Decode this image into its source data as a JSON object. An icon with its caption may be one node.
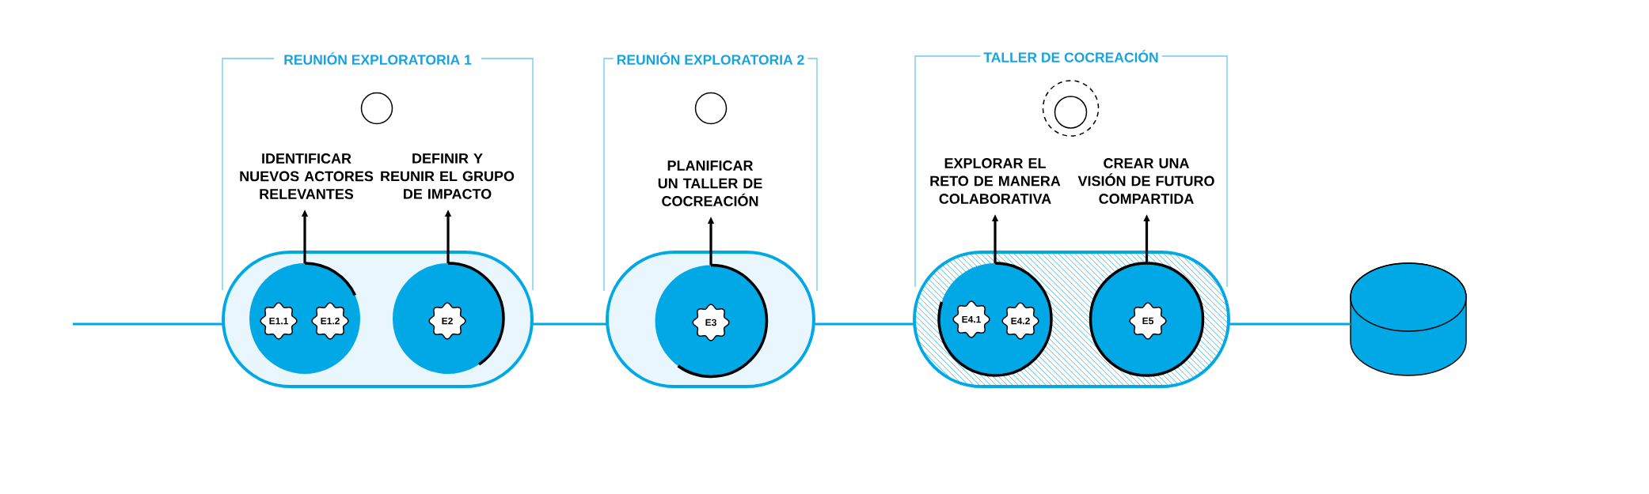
{
  "diagram": {
    "nodes": [
      {
        "text": [
          "REUNIÓN EXPLORATORIA 1"
        ]
      },
      {
        "text": [],
        "shape": "circle",
        "in": 0
      },
      {
        "text": [
          "IDENTIFICAR NUEVOS ACTORES RELEVANTES"
        ],
        "in": 0
      },
      {
        "text": [
          "DEFINIR Y REUNIR EL GRUPO DE IMPACTO"
        ],
        "in": 0
      },
      {
        "text": [],
        "shape": "box"
      },
      {
        "text": [],
        "shape": "circle",
        "in": 4
      },
      {
        "text": [
          "E1.1"
        ],
        "in": 5
      },
      {
        "text": [
          "E1.2"
        ],
        "in": 5
      },
      {
        "text": [],
        "shape": "circle",
        "in": 4
      },
      {
        "text": [
          "E2"
        ],
        "in": 8
      },
      {
        "text": [
          "REUNIÓN EXPLORATORIA 2"
        ]
      },
      {
        "text": [],
        "shape": "circle",
        "in": 10
      },
      {
        "text": [
          "PLANIFICAR UN TALLER DE COCREACIÓN"
        ],
        "in": 10
      },
      {
        "text": [],
        "shape": "box"
      },
      {
        "text": [],
        "shape": "circle",
        "in": 13
      },
      {
        "text": [
          "E3"
        ],
        "in": 14
      },
      {
        "text": [
          "TALLER DE COCREACIÓN"
        ]
      },
      {
        "text": [],
        "shape": "circle",
        "in": 16
      },
      {
        "text": [],
        "shape": "circle",
        "in": 17
      },
      {
        "text": [
          "EXPLORAR EL RETO DE MANERA COLABORATIVA"
        ],
        "in": 16
      },
      {
        "text": [
          "CREAR UNA VISIÓN DE FUTURO COMPARTIDA"
        ],
        "in": 16
      },
      {
        "text": [],
        "shape": "box"
      },
      {
        "text": [],
        "shape": "circle",
        "in": 21
      },
      {
        "text": [
          "E4.1"
        ],
        "in": 22
      },
      {
        "text": [
          "E4.2"
        ],
        "in": 22
      },
      {
        "text": [],
        "shape": "circle",
        "in": 21
      },
      {
        "text": [
          "E5"
        ],
        "in": 25
      },
      {
        "text": [],
        "shape": "cylinder"
      }
    ],
    "edges": [
      {
        "from": null,
        "to": 4,
        "arrow": "none",
        "color": "#00a9e6"
      },
      {
        "from": 5,
        "to": 2,
        "arrow": "to"
      },
      {
        "from": 8,
        "to": 3,
        "arrow": "to"
      },
      {
        "from": 4,
        "to": 13,
        "arrow": "none",
        "color": "#00a9e6"
      },
      {
        "from": 14,
        "to": 12,
        "arrow": "to"
      },
      {
        "from": 13,
        "to": 21,
        "arrow": "none",
        "color": "#00a9e6"
      },
      {
        "from": 22,
        "to": 19,
        "arrow": "to"
      },
      {
        "from": 25,
        "to": 20,
        "arrow": "to"
      },
      {
        "from": 21,
        "to": 27,
        "arrow": "none",
        "color": "#00a9e6"
      }
    ]
  }
}
